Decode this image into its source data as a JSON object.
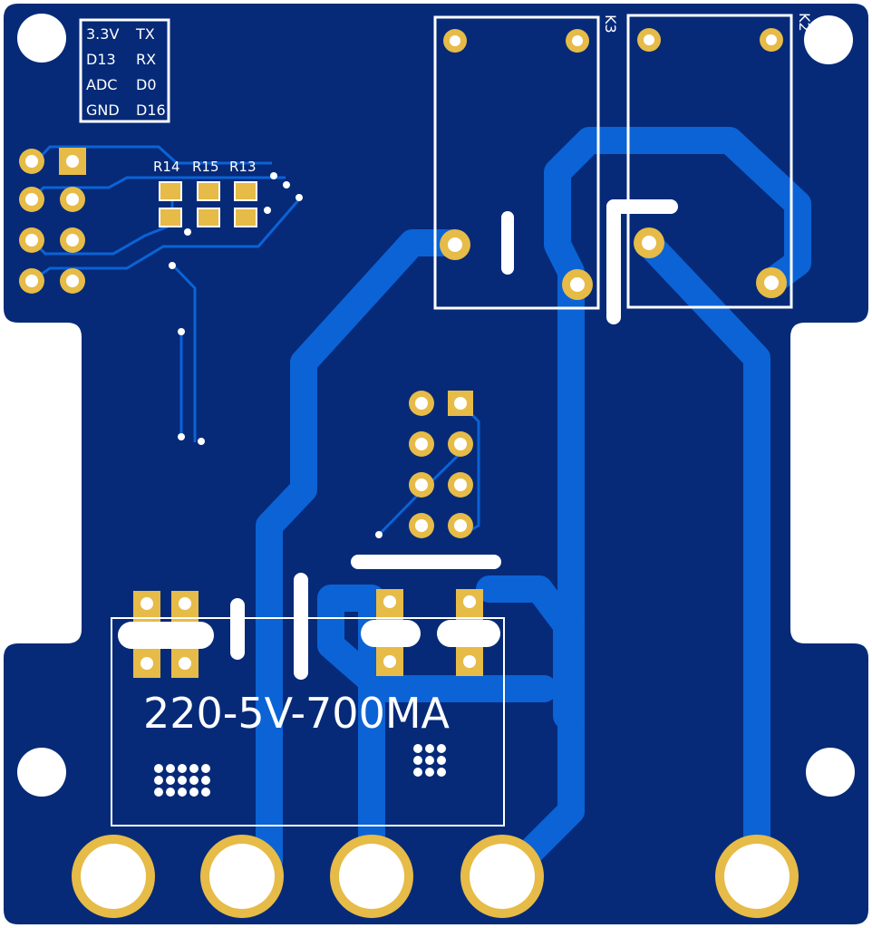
{
  "board": {
    "colors": {
      "substrate": "#062a78",
      "copper_pour": "#0a3a9a",
      "trace": "#0b63d6",
      "pad_gold": "#e6bb47",
      "hole": "#ffffff",
      "silkscreen": "#ffffff",
      "background": "#ffffff"
    },
    "header_labels": {
      "row1_left": "3.3V",
      "row1_right": "TX",
      "row2_left": "D13",
      "row2_right": "RX",
      "row3_left": "ADC",
      "row3_right": "D0",
      "row4_left": "GND",
      "row4_right": "D16"
    },
    "resistors": {
      "r14": "R14",
      "r15": "R15",
      "r13": "R13"
    },
    "relays": {
      "k3": "K3",
      "k2": "K2"
    },
    "power_module": {
      "label": "220-5V-700MA"
    }
  }
}
